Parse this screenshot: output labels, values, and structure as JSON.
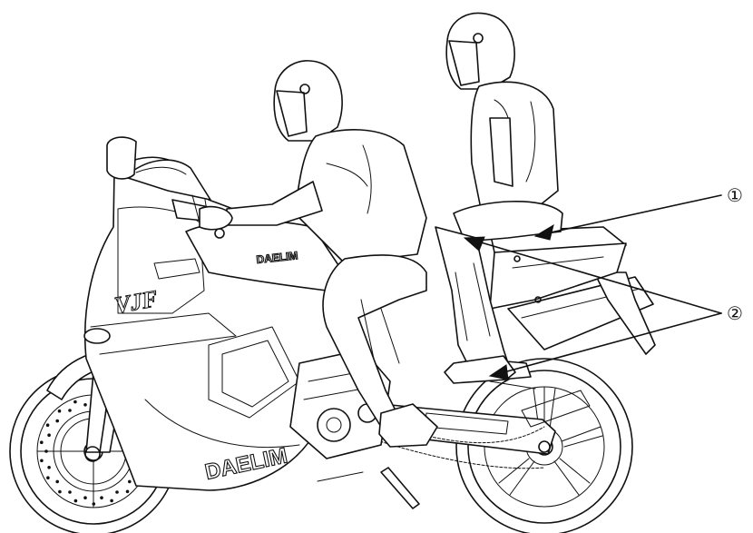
{
  "callouts": [
    {
      "id": "1",
      "label": "①"
    },
    {
      "id": "2",
      "label": "②"
    }
  ],
  "tank_brand": "DAELIM",
  "fairing_brand": "DAELIM",
  "model_badge": "VJF"
}
